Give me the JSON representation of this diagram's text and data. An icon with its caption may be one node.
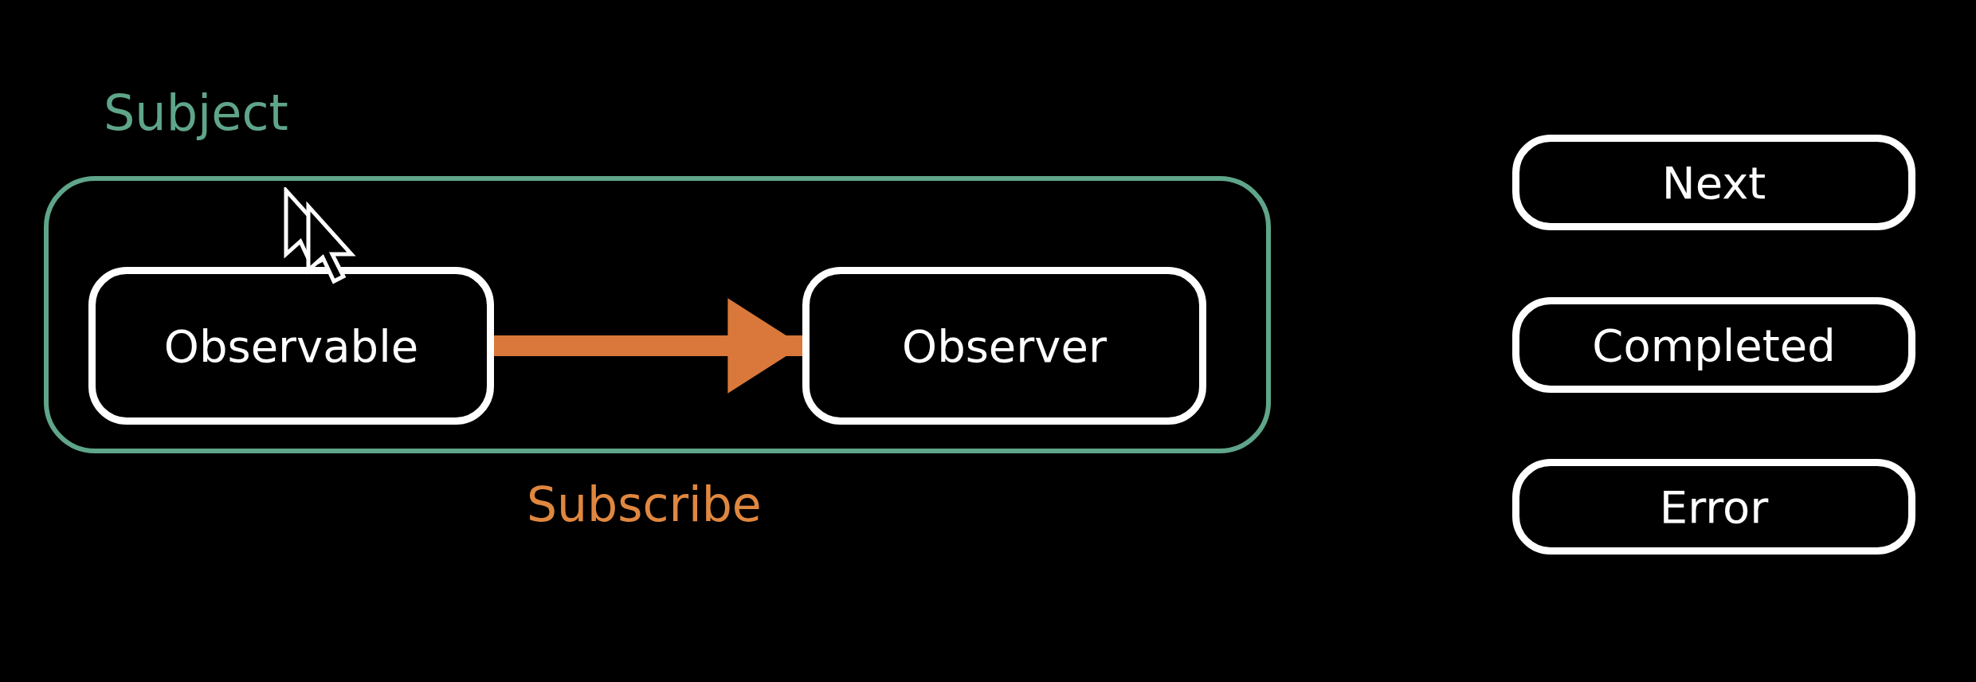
{
  "diagram": {
    "nodes": [
      {
        "text": [
          "Subject"
        ]
      },
      {
        "text": [
          "Observable"
        ],
        "in": 0
      },
      {
        "text": [
          "Observer"
        ],
        "in": 0
      },
      {
        "text": [
          "Next"
        ]
      },
      {
        "text": [
          "Completed"
        ]
      },
      {
        "text": [
          "Error"
        ]
      }
    ],
    "edges": [
      {
        "from": 1,
        "to": 2,
        "arrow": "to",
        "color": "#d9783a"
      }
    ],
    "labels": [
      "Subscribe"
    ]
  }
}
